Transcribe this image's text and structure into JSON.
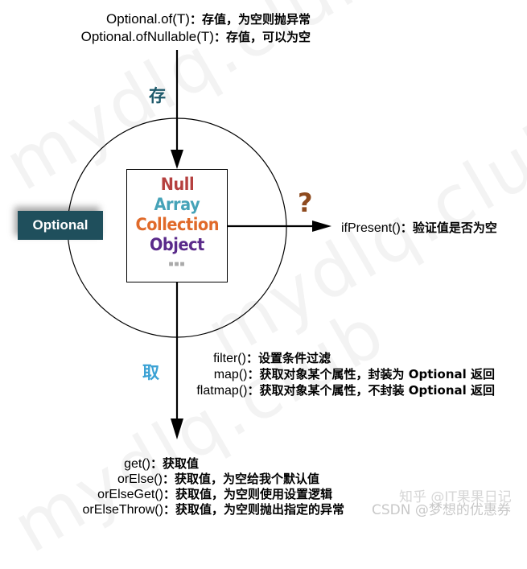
{
  "watermark": {
    "text_1": "mydlq.club",
    "text_2": "mydlq.club",
    "text_3": "mydlq.club"
  },
  "store": {
    "lines": [
      {
        "method": "Optional.of(T)",
        "sep": "：",
        "desc": "存值，为空则抛异常"
      },
      {
        "method": "Optional.ofNullable(T)",
        "sep": "：",
        "desc": "存值，可以为空"
      }
    ],
    "label": "存"
  },
  "center_box": {
    "items": [
      {
        "text": "Null",
        "color": "#b5403f"
      },
      {
        "text": "Array",
        "color": "#46a3b8"
      },
      {
        "text": "Collection",
        "color": "#e06a2a"
      },
      {
        "text": "Object",
        "color": "#5a2a8a"
      }
    ],
    "ellipsis": "■■■"
  },
  "badge": {
    "label": "Optional",
    "color": "#1f4f5c"
  },
  "check": {
    "symbol": "?",
    "method": "ifPresent()",
    "sep": "：",
    "desc": "验证值是否为空"
  },
  "take": {
    "label": "取",
    "transforms": [
      {
        "method": "filter()",
        "sep": "：",
        "desc": "设置条件过滤"
      },
      {
        "method": "map()",
        "sep": "：",
        "desc": "获取对象某个属性，封装为 Optional 返回"
      },
      {
        "method": "flatmap()",
        "sep": "：",
        "desc": "获取对象某个属性，不封装 Optional 返回"
      }
    ],
    "getters": [
      {
        "method": "get()",
        "sep": "：",
        "desc": "获取值"
      },
      {
        "method": "orElse()",
        "sep": "：",
        "desc": "获取值，为空给我个默认值"
      },
      {
        "method": "orElseGet()",
        "sep": "：",
        "desc": "获取值，为空则使用设置逻辑"
      },
      {
        "method": "orElseThrow()",
        "sep": "：",
        "desc": "获取值，为空则抛出指定的异常"
      }
    ]
  },
  "credits": {
    "zhihu": "知乎 @IT果果日记",
    "csdn": "CSDN @梦想的优惠券"
  }
}
